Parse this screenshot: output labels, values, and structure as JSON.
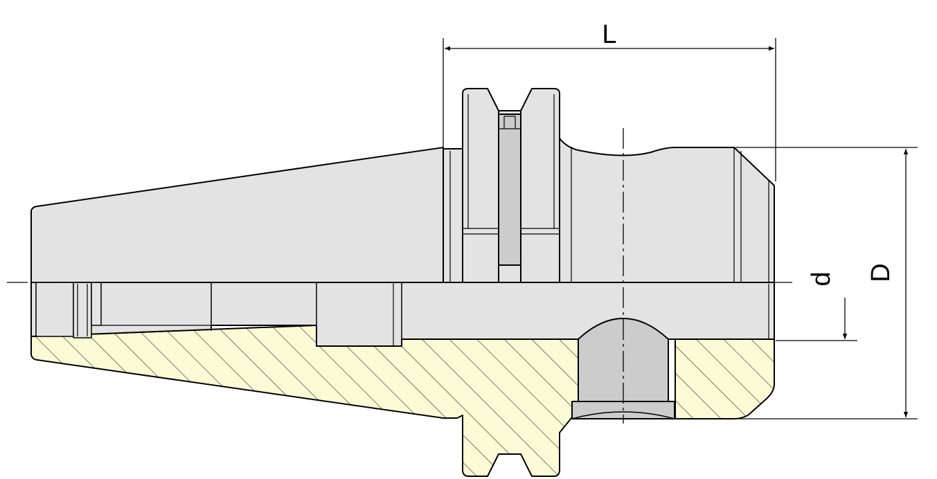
{
  "dimensions": {
    "length_label": "L",
    "bore_label": "d",
    "outer_diameter_label": "D"
  },
  "colors": {
    "body_fill": "#e3e3e3",
    "section_fill": "#fbfbd6",
    "recess_fill": "#cccccc",
    "line": "#000000",
    "hatch": "#333333"
  }
}
